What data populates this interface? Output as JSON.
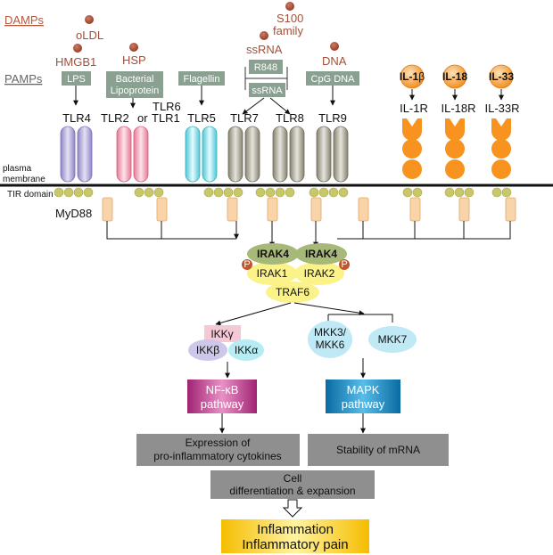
{
  "legend": {
    "damps": "DAMPs",
    "pamps": "PAMPs"
  },
  "damps": {
    "oldl": "oLDL",
    "hmgb1": "HMGB1",
    "hsp": "HSP",
    "ssrna": "ssRNA",
    "s100_line1": "S100",
    "s100_line2": "family",
    "dna": "DNA"
  },
  "pamps": {
    "lps": "LPS",
    "bacterial_line1": "Bacterial",
    "bacterial_line2": "Lipoprotein",
    "flagellin": "Flagellin",
    "r848": "R848",
    "ssrna": "ssRNA",
    "cpg": "CpG DNA"
  },
  "receptors": {
    "tlr4": "TLR4",
    "tlr2": "TLR2",
    "or": "or",
    "tlr1": "TLR1",
    "tlr6": "TLR6",
    "tlr5": "TLR5",
    "tlr7": "TLR7",
    "tlr8": "TLR8",
    "tlr9": "TLR9"
  },
  "cytokines": {
    "il1b_prefix": "IL-1",
    "il1b_suffix": "β",
    "il18": "IL-18",
    "il33": "IL-33",
    "il1r": "IL-1R",
    "il18r": "IL-18R",
    "il33r": "IL-33R"
  },
  "membrane": {
    "plasma": "plasma",
    "membrane": "membrane",
    "tir": "TIR domain",
    "myd88": "MyD88"
  },
  "complex": {
    "irak4_left": "IRAK4",
    "irak4_right": "IRAK4",
    "irak1": "IRAK1",
    "irak2": "IRAK2",
    "traf6": "TRAF6",
    "p": "P"
  },
  "ikk": {
    "ikk_prefix": "IKK",
    "gamma": "γ",
    "beta": "β",
    "alpha": "α"
  },
  "mapk": {
    "mkk36_line1": "MKK3/",
    "mkk36_line2": "MKK6",
    "mkk7": "MKK7"
  },
  "pathways": {
    "nfkb_prefix": "NF-",
    "nfkb_kappa": "κ",
    "nfkb_suffix": "B",
    "nfkb_line2": "pathway",
    "mapk_line1": "MAPK",
    "mapk_line2": "pathway"
  },
  "outcomes": {
    "expression_line1": "Expression of",
    "expression_line2": "pro-inflammatory cytokines",
    "stability": "Stability of mRNA",
    "cell_line1": "Cell",
    "cell_line2": "differentiation & expansion",
    "inflammation_line1": "Inflammation",
    "inflammation_line2": "Inflammatory pain"
  },
  "colors": {
    "damp_dot": "#a34a35",
    "pamp_box": "#8aa090",
    "tlr4": "#b7b2d8",
    "tlr2": "#f3b3c4",
    "tlr5": "#9fe3ec",
    "tlr7": "#b6b3a6",
    "cytokine": "#f7931e",
    "tir": "#c8c86a",
    "myd88": "#f9d4a8",
    "irak4": "#a7b978",
    "irak12": "#fbf28a",
    "nfkb": "#c0398a",
    "mapk": "#0f86c4",
    "gray_box": "#8f8f8f",
    "inflammation": "#f5c400"
  }
}
